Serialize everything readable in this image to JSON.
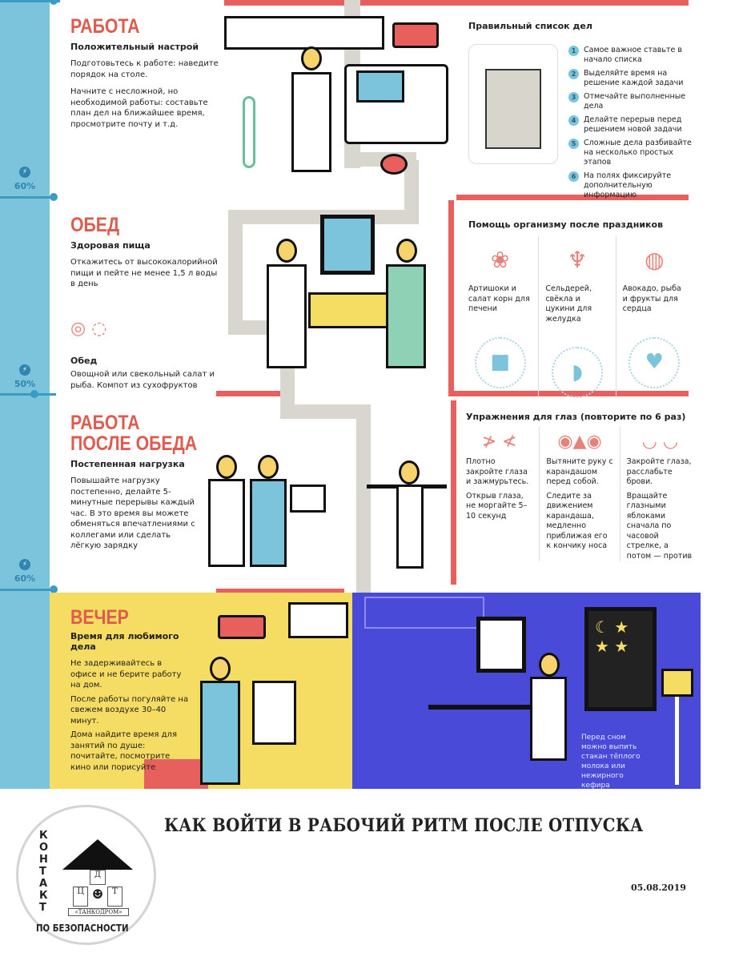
{
  "sections": [
    {
      "title": "РАБОТА",
      "subtitle": "Положительный настрой",
      "paragraphs": [
        "Подготовьтесь к работе: наведите порядок на столе.",
        "Начните с несложной, но необходимой работы: составьте план дел на ближайшее время, просмотрите почту и т.д."
      ],
      "battery": "60%"
    },
    {
      "title": "ОБЕД",
      "subtitle": "Здоровая пища",
      "paragraphs": [
        "Откажитесь от высококалорийной пищи и пейте не менее 1,5 л воды в день"
      ],
      "subtitle2": "Обед",
      "paragraphs2": [
        "Овощной или свекольный салат и рыба. Компот из сухофруктов"
      ],
      "battery": "50%"
    },
    {
      "title_line1": "РАБОТА",
      "title_line2": "ПОСЛЕ ОБЕДА",
      "subtitle": "Постепенная нагрузка",
      "paragraphs": [
        "Повышайте нагрузку постепенно, делайте 5-минутные перерывы каждый час. В это время вы можете обменяться впечатлениями с коллегами или сделать лёгкую зарядку"
      ],
      "battery": "60%"
    },
    {
      "title": "ВЕЧЕР",
      "subtitle": "Время для любимого дела",
      "paragraphs": [
        "Не задерживайтесь в офисе и не берите работу на дом.",
        "После работы погуляйте на свежем воздухе 30–40 минут.",
        "Дома найдите время для занятий по душе: почитайте, посмотрите кино или порисуйте"
      ],
      "night_note": "Перед сном можно выпить стакан тёплого молока или нежирного кефира"
    }
  ],
  "todo": {
    "heading": "Правильный список дел",
    "items": [
      "Самое важное ставьте в начало списка",
      "Выделяйте время на решение каждой задачи",
      "Отмечайте выполненные дела",
      "Делайте перерыв перед решением новой задачи",
      "Сложные дела разбивайте на несколько простых этапов",
      "На полях фиксируйте дополнительную информацию"
    ]
  },
  "food": {
    "heading": "Помощь организму после праздников",
    "columns": [
      {
        "text": "Артишоки и салат корн для печени",
        "organ": "liver-icon"
      },
      {
        "text": "Сельдерей, свёкла и цукини для желудка",
        "organ": "stomach-icon"
      },
      {
        "text": "Авокадо, рыба и фрукты для сердца",
        "organ": "heart-icon"
      }
    ]
  },
  "eyes": {
    "heading": "Упражнения для глаз (повторите по 6 раз)",
    "columns": [
      {
        "p1": "Плотно закройте глаза и зажмурьтесь.",
        "p2": "Открыв глаза, не моргайте 5–10 секунд"
      },
      {
        "p1": "Вытяните руку с карандашом перед собой.",
        "p2": "Следите за движением карандаша, медленно приближая его к кончику носа"
      },
      {
        "p1": "Закройте глаза, расслабьте брови.",
        "p2": "Вращайте глазными яблоками сначала по часовой стрелке, а потом — против"
      }
    ]
  },
  "footer": {
    "title": "КАК ВОЙТИ В РАБОЧИЙ РИТМ ПОСЛЕ ОТПУСКА",
    "date": "05.08.2019",
    "logo_text": [
      "КОНТАКТ",
      "ПО БЕЗОПАСНОСТИ",
      "«ТАНКОДРОМ»",
      "Д",
      "Ц",
      "Т"
    ]
  },
  "colors": {
    "strip": "#7cc3dc",
    "accent": "#e8605e",
    "evening_yellow": "#f5dc63",
    "night_blue": "#4a4ad8"
  }
}
